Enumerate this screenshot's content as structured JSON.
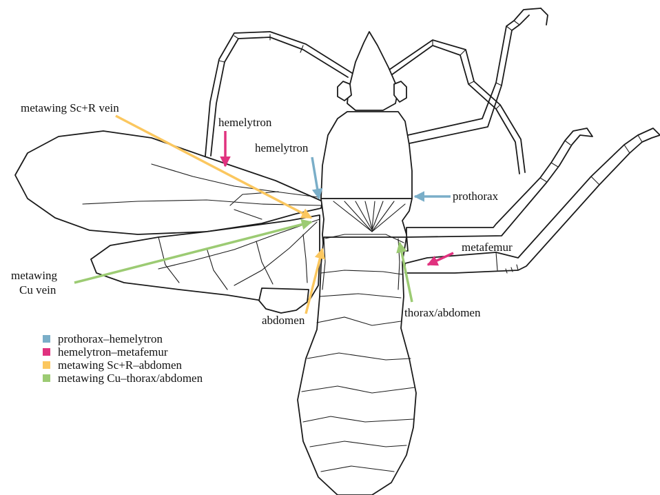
{
  "colors": {
    "blue": "#7aaec8",
    "pink": "#e0327f",
    "yellow": "#fbc75f",
    "green": "#9ccb73"
  },
  "labels": {
    "metawing_scr_vein": "metawing Sc+R vein",
    "hemelytron_wing": "hemelytron",
    "hemelytron_body": "hemelytron",
    "prothorax": "prothorax",
    "metafemur": "metafemur",
    "metawing_cu_line1": "metawing",
    "metawing_cu_line2": "Cu vein",
    "abdomen": "abdomen",
    "thorax_abdomen": "thorax/abdomen"
  },
  "legend": [
    {
      "label": "prothorax–hemelytron",
      "color": "#7aaec8"
    },
    {
      "label": "hemelytron–metafemur",
      "color": "#e0327f"
    },
    {
      "label": "metawing Sc+R–abdomen",
      "color": "#fbc75f"
    },
    {
      "label": "metawing Cu–thorax/abdomen",
      "color": "#9ccb73"
    }
  ]
}
